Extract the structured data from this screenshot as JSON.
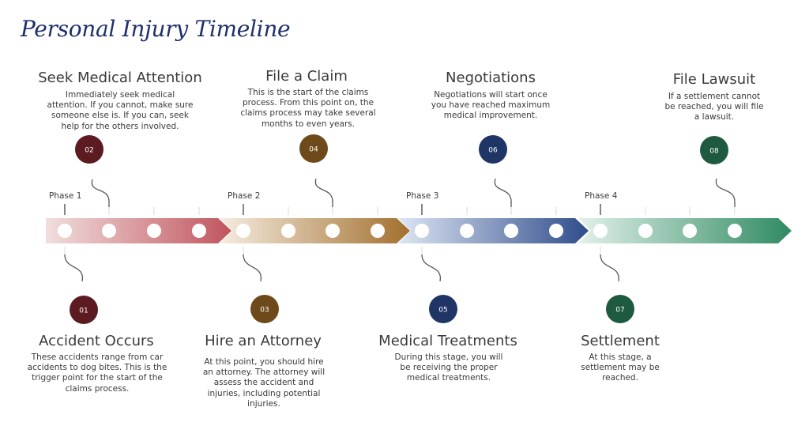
{
  "title": "Personal Injury Timeline",
  "phases": [
    {
      "label": "Phase 1"
    },
    {
      "label": "Phase 2"
    },
    {
      "label": "Phase 3"
    },
    {
      "label": "Phase 4"
    }
  ],
  "steps": [
    {
      "num": "01",
      "title": "Accident Occurs",
      "desc": "These accidents range from car accidents to dog bites. This is the trigger point for the start of the claims process.",
      "color": "#5c1a21"
    },
    {
      "num": "02",
      "title": "Seek Medical Attention",
      "desc": "Immediately seek medical attention. If you cannot, make sure someone else is. If you can, seek help for the others involved.",
      "color": "#5c1a21"
    },
    {
      "num": "03",
      "title": "Hire an Attorney",
      "desc": "At this point, you should hire an attorney. The attorney will assess the accident and injuries, including potential injuries.",
      "color": "#6e4a1b"
    },
    {
      "num": "04",
      "title": "File a Claim",
      "desc": "This is the start of the claims process. From this point on, the claims process may take several months to even years.",
      "color": "#6e4a1b"
    },
    {
      "num": "05",
      "title": "Medical Treatments",
      "desc": "During this stage, you will be receiving the proper medical treatments.",
      "color": "#1f3566"
    },
    {
      "num": "06",
      "title": "Negotiations",
      "desc": "Negotiations will start once you have reached maximum medical improvement.",
      "color": "#1f3566"
    },
    {
      "num": "07",
      "title": "Settlement",
      "desc": "At this stage, a settlement may be reached.",
      "color": "#1e5a40"
    },
    {
      "num": "08",
      "title": "File Lawsuit",
      "desc": "If a settlement cannot be reached, you will file a lawsuit.",
      "color": "#1e5a40"
    }
  ],
  "arrow_colors": [
    {
      "from": "#f1dede",
      "to": "#c0545c"
    },
    {
      "from": "#f6ece0",
      "to": "#a2702f"
    },
    {
      "from": "#dde6f4",
      "to": "#2f4c8a"
    },
    {
      "from": "#e2f1ea",
      "to": "#2f8a62"
    }
  ]
}
